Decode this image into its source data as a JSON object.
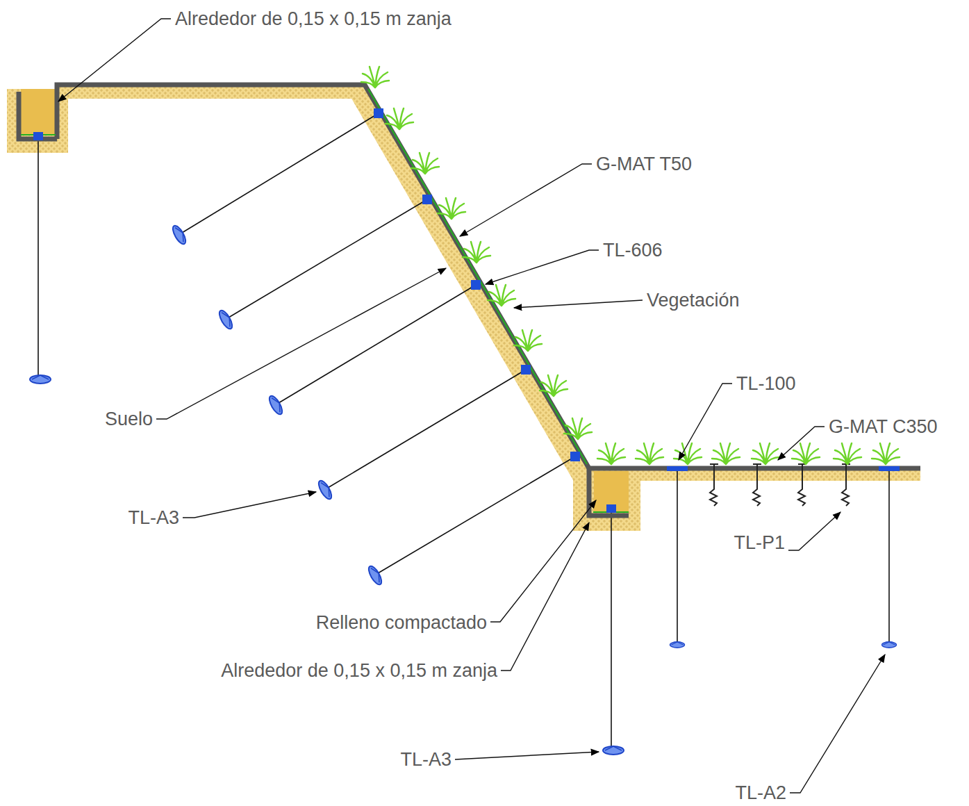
{
  "diagram": {
    "labels": [
      "Alrededor de 0,15 x 0,15 m zanja",
      "G-MAT T50",
      "TL-606",
      "Vegetación",
      "Suelo",
      "TL-A3",
      "TL-100",
      "G-MAT C350",
      "TL-P1",
      "Relleno compactado",
      "Alrededor de 0,15 x 0,15 m zanja",
      "TL-A3",
      "TL-A2"
    ]
  }
}
